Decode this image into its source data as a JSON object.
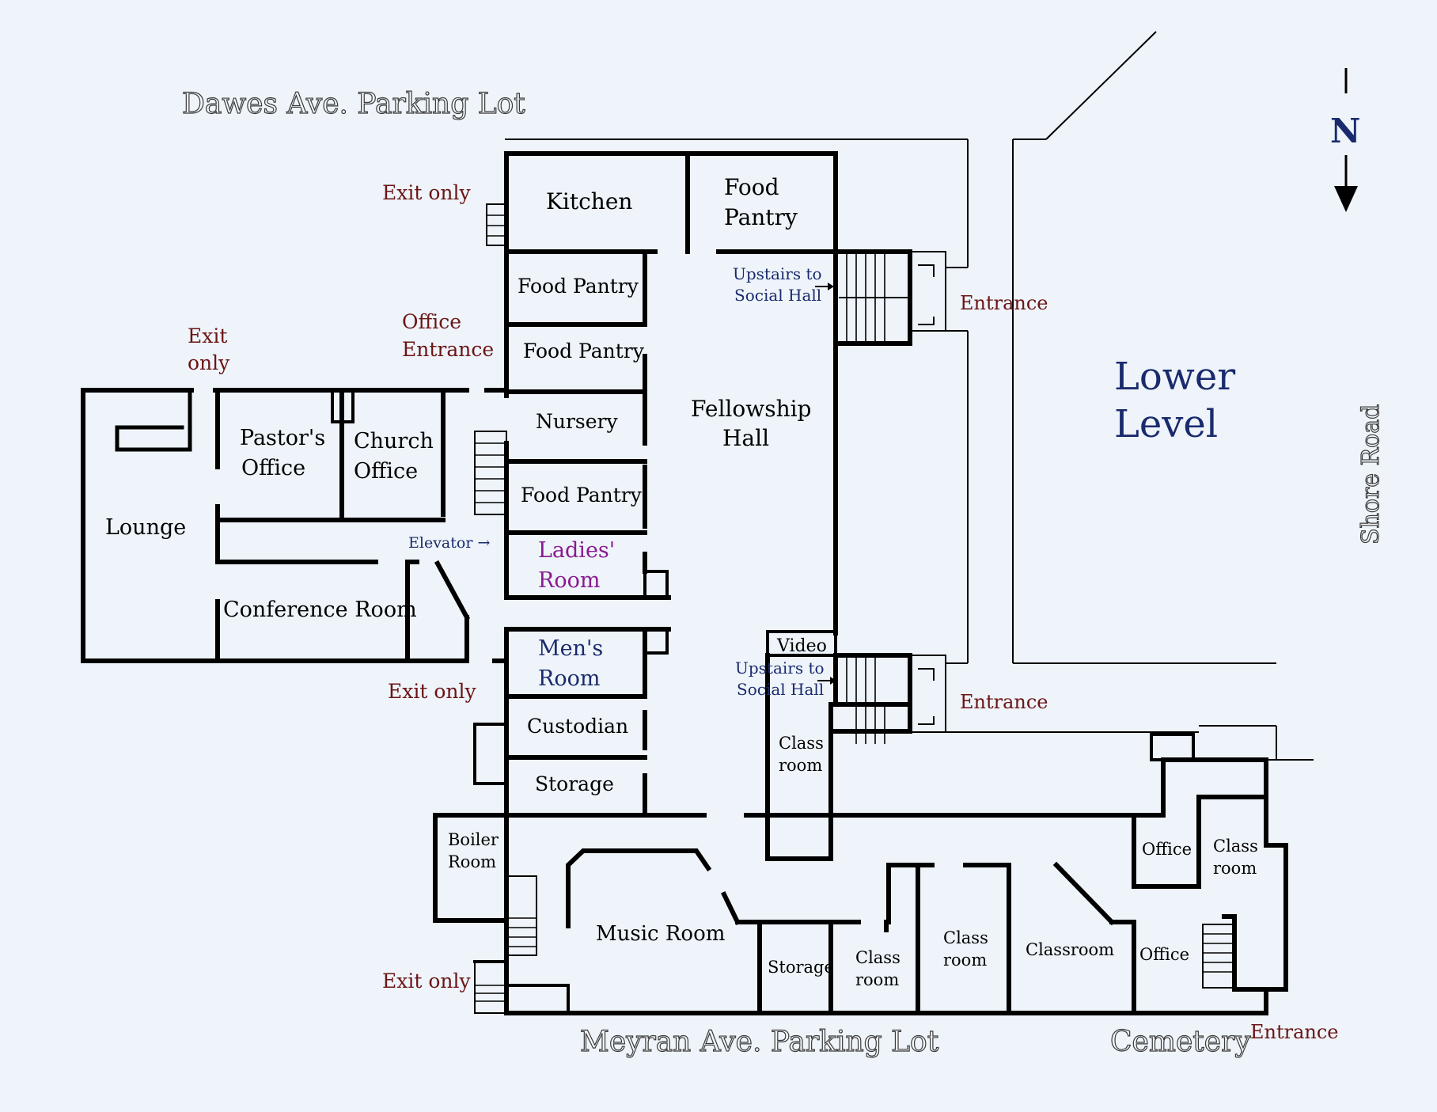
{
  "labels": {
    "dawes": "Dawes Ave. Parking Lot",
    "meyran": "Meyran Ave. Parking Lot",
    "cemetery": "Cemetery",
    "shore": "Shore Road",
    "north": "N",
    "lower_1": "Lower",
    "lower_2": "Level"
  },
  "rooms": {
    "kitchen": "Kitchen",
    "food_pantry_top_1": "Food",
    "food_pantry_top_2": "Pantry",
    "food_pantry_1": "Food Pantry",
    "food_pantry_2": "Food Pantry",
    "nursery": "Nursery",
    "food_pantry_3": "Food Pantry",
    "ladies_1": "Ladies'",
    "ladies_2": "Room",
    "mens_1": "Men's",
    "mens_2": "Room",
    "custodian": "Custodian",
    "storage": "Storage",
    "fellowship_1": "Fellowship",
    "fellowship_2": "Hall",
    "pastors_1": "Pastor's",
    "pastors_2": "Office",
    "church_1": "Church",
    "church_2": "Office",
    "lounge": "Lounge",
    "conference": "Conference Room",
    "video": "Video",
    "classroom_left_1": "Class",
    "classroom_left_2": "room",
    "boiler_1": "Boiler",
    "boiler_2": "Room",
    "music": "Music Room",
    "storage_2": "Storage",
    "class_a_1": "Class",
    "class_a_2": "room",
    "class_b_1": "Class",
    "class_b_2": "room",
    "classroom": "Classroom",
    "office_low": "Office",
    "office_up": "Office",
    "class_right_1": "Class",
    "class_right_2": "room"
  },
  "annotations": {
    "exit_top": "Exit only",
    "exit_left_1": "Exit",
    "exit_left_2": "only",
    "office_entrance_1": "Office",
    "office_entrance_2": "Entrance",
    "elevator": "Elevator →",
    "exit_mid": "Exit only",
    "exit_bottom": "Exit only",
    "upstairs_1a": "Upstairs to",
    "upstairs_1b": "Social Hall",
    "upstairs_2a": "Upstairs to",
    "upstairs_2b": "Social Hall",
    "entrance_top": "Entrance",
    "entrance_mid": "Entrance",
    "entrance_bottom": "Entrance"
  },
  "colors": {
    "background": "#eef4f9",
    "walls": "#000000",
    "annotation_maroon": "#6b1416",
    "annotation_navy": "#1a2a6e",
    "ladies_purple": "#8a1a92"
  }
}
